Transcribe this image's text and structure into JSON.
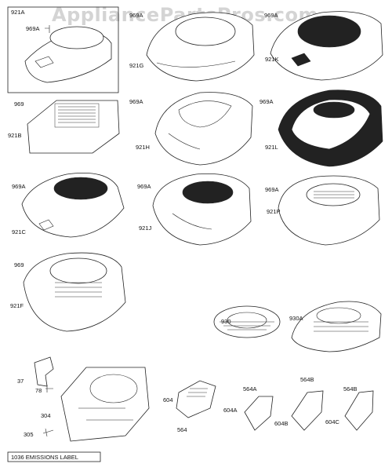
{
  "watermark": "AppliancePartsPros.com",
  "labels": {
    "921A": "921A",
    "969A_a": "969A",
    "921G": "921G",
    "969A_b": "969A",
    "921K": "921K",
    "969": "969",
    "921B": "921B",
    "969A_c": "969A",
    "921H": "921H",
    "969A_d": "969A",
    "921L": "921L",
    "969A_e": "969A",
    "921C": "921C",
    "969A_f": "969A",
    "921J": "921J",
    "969A_g": "969A",
    "921P": "921P",
    "969_b": "969",
    "921F": "921F",
    "930": "930",
    "930A": "930A",
    "37": "37",
    "78": "78",
    "304": "304",
    "305": "305",
    "604": "604",
    "564": "564",
    "564A": "564A",
    "604A": "604A",
    "564B_a": "564B",
    "604B": "604B",
    "564B_b": "564B",
    "604C": "604C"
  },
  "footer_label": "1036 EMISSIONS LABEL"
}
